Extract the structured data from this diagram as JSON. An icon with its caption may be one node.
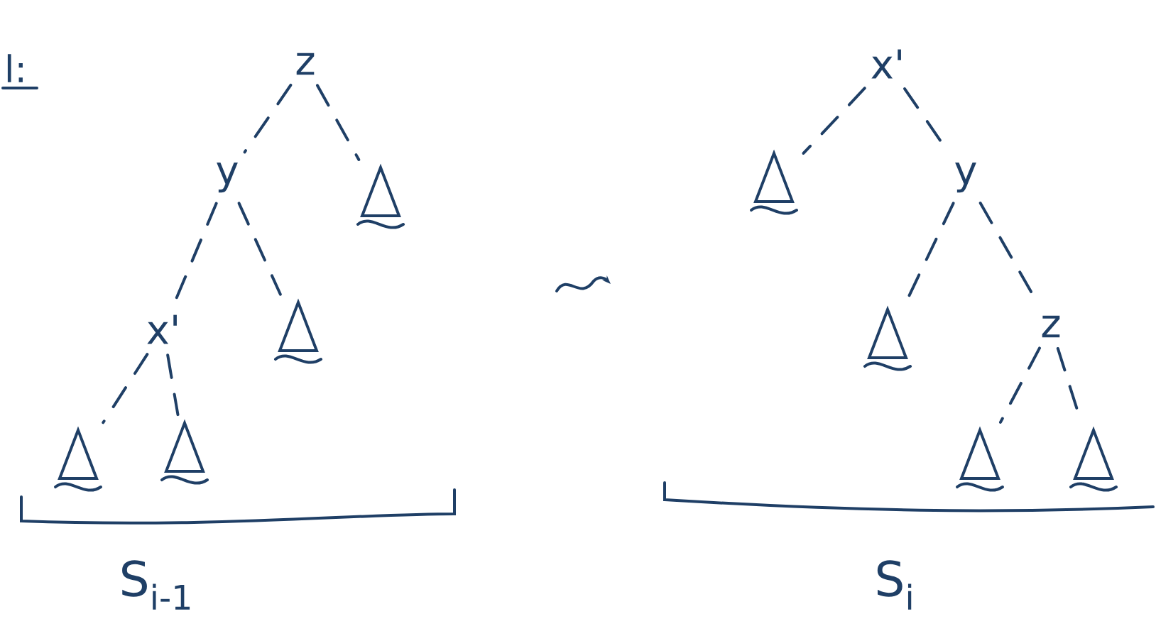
{
  "diagram": {
    "nodes": [
      {
        "text": [
          "z"
        ]
      },
      {
        "text": [
          "y"
        ]
      },
      {
        "text": [],
        "shape": "triangle"
      },
      {
        "text": [
          "x'"
        ]
      },
      {
        "text": [],
        "shape": "triangle"
      },
      {
        "text": [],
        "shape": "triangle"
      },
      {
        "text": [],
        "shape": "triangle"
      },
      {
        "text": [
          "x'"
        ]
      },
      {
        "text": [],
        "shape": "triangle"
      },
      {
        "text": [
          "y"
        ]
      },
      {
        "text": [],
        "shape": "triangle"
      },
      {
        "text": [
          "z"
        ]
      },
      {
        "text": [],
        "shape": "triangle"
      },
      {
        "text": [],
        "shape": "triangle"
      }
    ],
    "edges": [
      {
        "from": 0,
        "to": 1,
        "arrow": "none"
      },
      {
        "from": 0,
        "to": 2,
        "arrow": "none"
      },
      {
        "from": 1,
        "to": 3,
        "arrow": "none"
      },
      {
        "from": 1,
        "to": 4,
        "arrow": "none"
      },
      {
        "from": 3,
        "to": 5,
        "arrow": "none"
      },
      {
        "from": 3,
        "to": 6,
        "arrow": "none"
      },
      {
        "from": 7,
        "to": 8,
        "arrow": "none"
      },
      {
        "from": 7,
        "to": 9,
        "arrow": "none"
      },
      {
        "from": 9,
        "to": 10,
        "arrow": "none"
      },
      {
        "from": 9,
        "to": 11,
        "arrow": "none"
      },
      {
        "from": 11,
        "to": 12,
        "arrow": "none"
      },
      {
        "from": 11,
        "to": 13,
        "arrow": "none"
      }
    ],
    "labels": [
      "l:",
      "S$_{i-1}$",
      "S$_{i}$"
    ]
  }
}
